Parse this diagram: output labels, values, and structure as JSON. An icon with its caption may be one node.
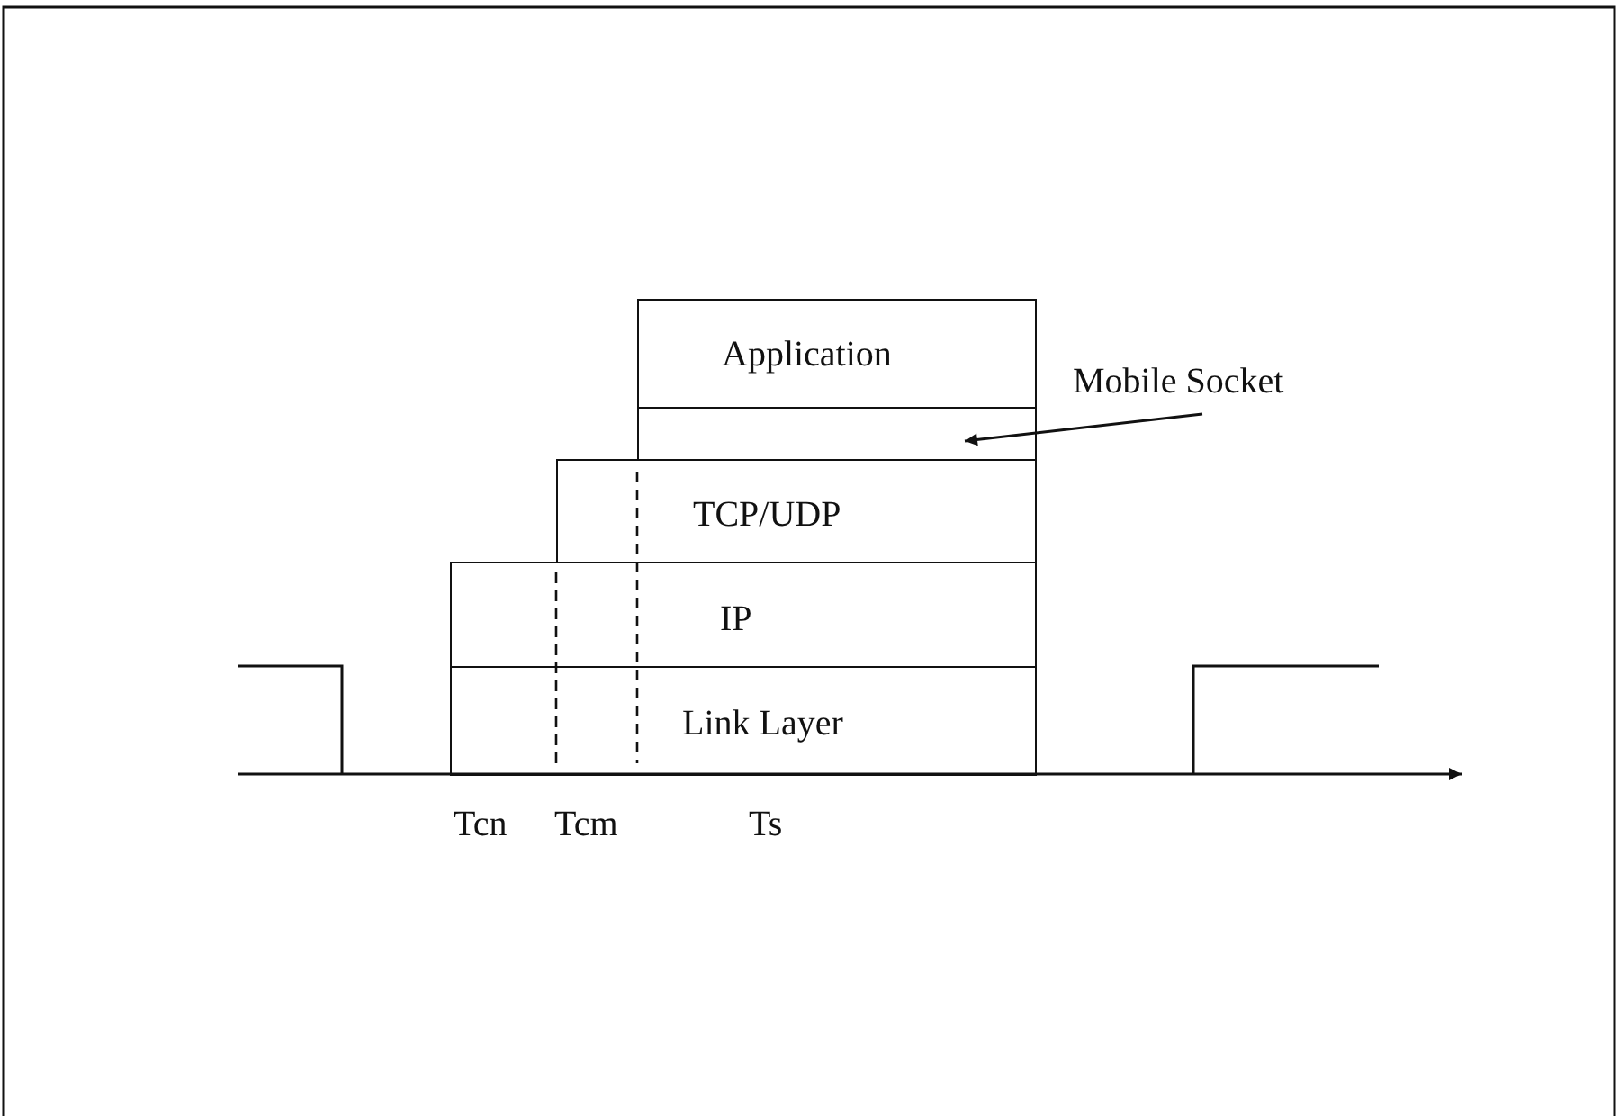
{
  "diagram": {
    "nodes": [
      {
        "text": [
          "Application"
        ]
      },
      {
        "text": [],
        "shape": "box"
      },
      {
        "text": [
          "Mobile Socket"
        ]
      },
      {
        "text": [
          "TCP/UDP"
        ]
      },
      {
        "text": [
          "IP"
        ]
      },
      {
        "text": [
          "Link Layer"
        ]
      }
    ],
    "edges": [
      {
        "from": 2,
        "to": 1,
        "arrow": "to"
      }
    ],
    "labels": [
      "Tcn",
      "Tcm",
      "Ts"
    ]
  }
}
